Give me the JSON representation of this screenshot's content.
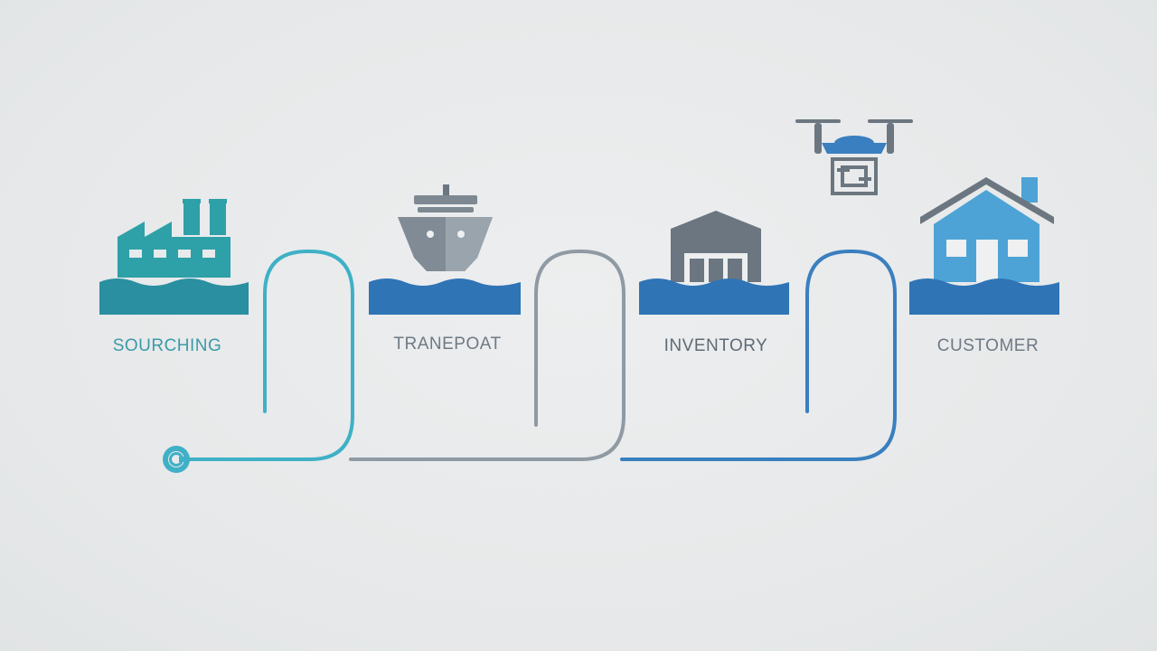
{
  "stages": [
    {
      "label": "SOURCHING",
      "icon": "factory-icon",
      "color": "#3b9aa8"
    },
    {
      "label": "TRANEPOAT",
      "icon": "cargo-ship-icon",
      "color": "#6f7a85"
    },
    {
      "label": "INVENTORY",
      "icon": "warehouse-icon",
      "color": "#5f6a75"
    },
    {
      "label": "CUSTOMER",
      "icon": "house-icon",
      "color": "#6f7a85"
    }
  ],
  "extra_icons": [
    "delivery-drone-icon",
    "start-point-icon"
  ],
  "colors": {
    "background": "#e8eaeb",
    "teal": "#2ea0a8",
    "teal_path": "#3fb0c6",
    "gray": "#7b8791",
    "gray_path": "#8f9aa3",
    "blue": "#3a7fbf",
    "blue_path": "#3a7fbf",
    "dark_gray": "#6b7680"
  }
}
